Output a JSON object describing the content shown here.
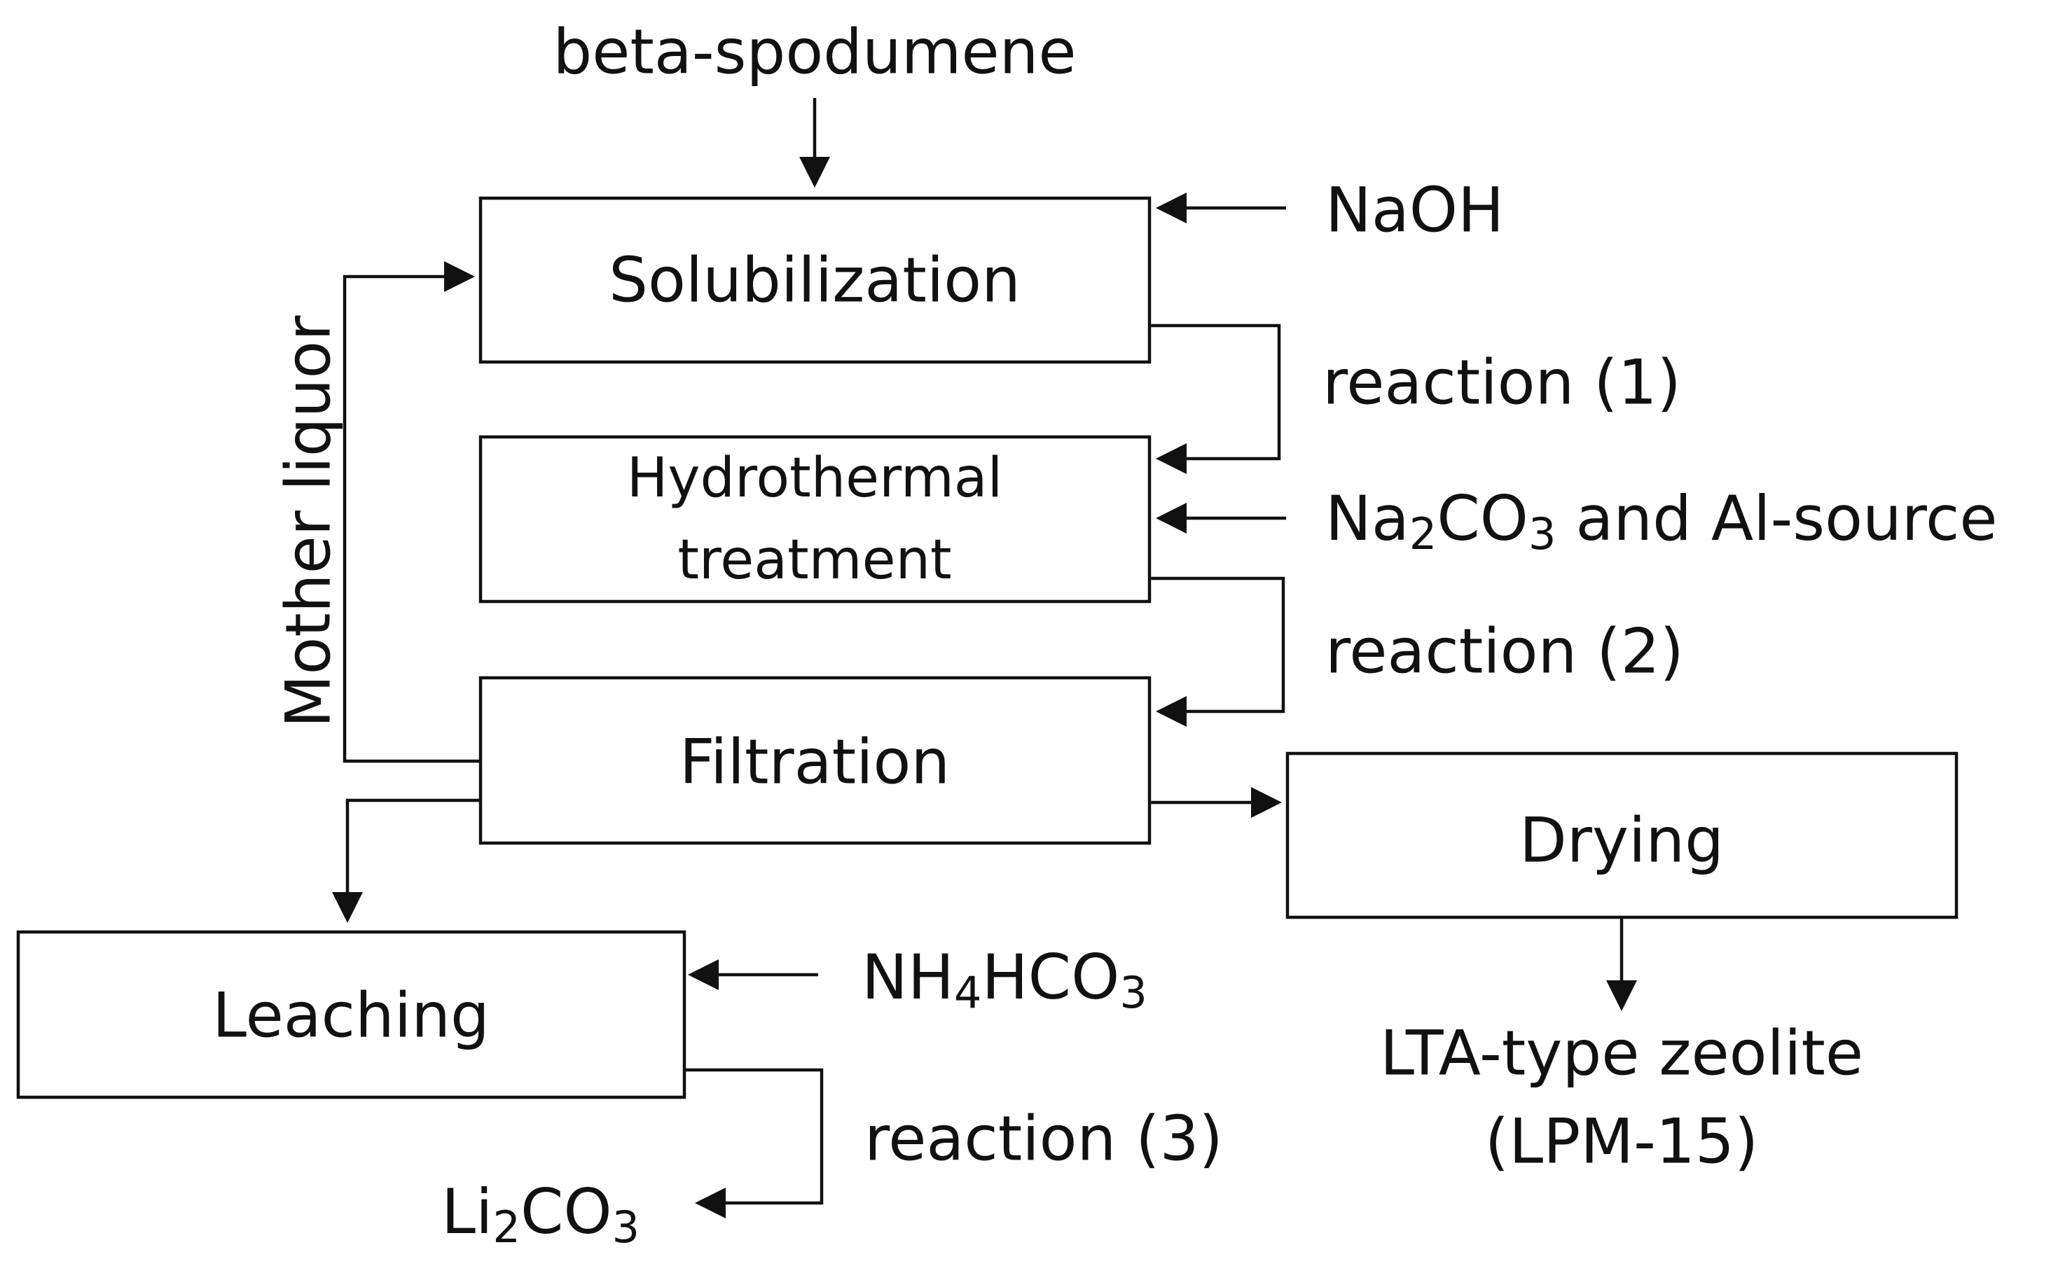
{
  "diagram": {
    "nodes": {
      "solubilization": "Solubilization",
      "hydrothermal_line1": "Hydrothermal",
      "hydrothermal_line2": "treatment",
      "filtration": "Filtration",
      "drying": "Drying",
      "leaching": "Leaching"
    },
    "inputs": {
      "feed": "beta-spodumene",
      "naoh": "NaOH",
      "na2co3": {
        "a": "Na",
        "sub1": "2",
        "b": "CO",
        "sub2": "3",
        "c": " and Al-source"
      },
      "nh4hco3": {
        "a": "NH",
        "sub1": "4",
        "b": "HCO",
        "sub2": "3"
      }
    },
    "edges": {
      "reaction1": "reaction (1)",
      "reaction2": "reaction (2)",
      "reaction3": "reaction (3)",
      "recycle": "Mother liquor"
    },
    "products": {
      "zeolite_line1": "LTA-type zeolite",
      "zeolite_line2": "(LPM-15)",
      "li2co3": {
        "a": "Li",
        "sub1": "2",
        "b": "CO",
        "sub2": "3"
      }
    }
  }
}
